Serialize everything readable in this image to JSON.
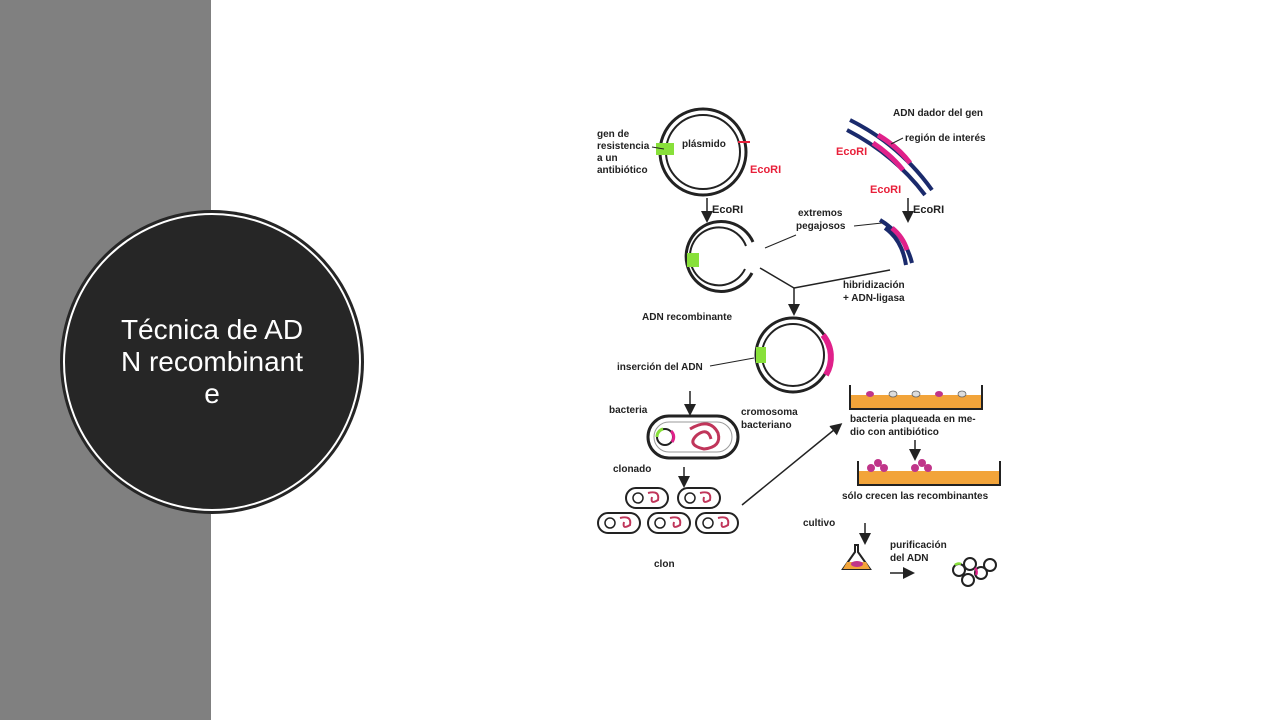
{
  "slide": {
    "title": "Técnica de ADN recombinante"
  },
  "diagram": {
    "labels": {
      "gen_resistencia": [
        "gen de",
        "resistencia",
        "a un",
        "antibiótico"
      ],
      "plasmido": "plásmido",
      "ecori": "EcoRI",
      "adn_dador": "ADN dador del gen",
      "region_interes": "región de interés",
      "extremos_pegajosos": [
        "extremos",
        "pegajosos"
      ],
      "hibridizacion": [
        "hibridización",
        "+ ADN-ligasa"
      ],
      "adn_recombinante": "ADN recombinante",
      "insercion": "inserción del ADN",
      "bacteria": "bacteria",
      "cromosoma": [
        "cromosoma",
        "bacteriano"
      ],
      "plaqueada": [
        "bacteria plaqueada en me-",
        "dio con antibiótico"
      ],
      "solo_crecen": "sólo crecen las recombinantes",
      "clonado": "clonado",
      "clon": "clon",
      "cultivo": "cultivo",
      "purificacion": [
        "purificación",
        "del ADN"
      ]
    },
    "colors": {
      "dna_strand": "#1a2a6c",
      "region": "#e0218a",
      "resistance_gene": "#88e03a",
      "ecori": "#e8203a",
      "plate": "#f2a43a",
      "colony": "#c0358a"
    }
  }
}
